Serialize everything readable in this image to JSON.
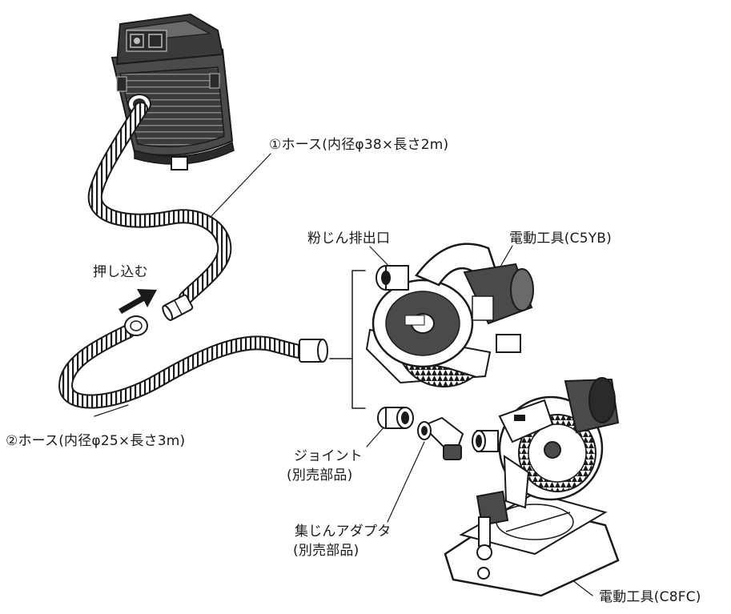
{
  "labels": {
    "hose1": "①ホース(内径φ38×長さ2m)",
    "hose2": "②ホース(内径φ25×長さ3m)",
    "push_in": "押し込む",
    "dust_port": "粉じん排出口",
    "tool_c5yb": "電動工具(C5YB)",
    "joint": "ジョイント",
    "joint_note": "(別売部品)",
    "adapter": "集じんアダプタ",
    "adapter_note": "(別売部品)",
    "tool_c8fc": "電動工具(C8FC)"
  },
  "colors": {
    "ink": "#1a1a1a",
    "body_fill": "#4a4a4a",
    "panel_fill": "#2a2a2a",
    "highlight": "#bdbdbd",
    "background": "#ffffff"
  },
  "icons": {
    "push_arrow": "arrow-up-right-icon"
  }
}
